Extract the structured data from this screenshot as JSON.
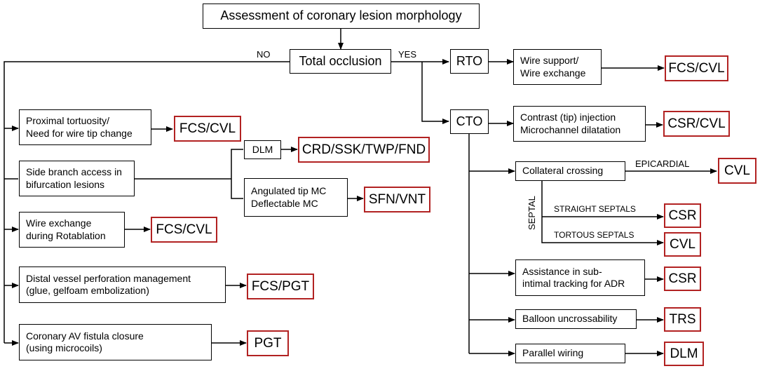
{
  "root": {
    "title": "Assessment of coronary lesion morphology"
  },
  "total_occlusion": {
    "label": "Total occlusion",
    "no_label": "NO",
    "yes_label": "YES"
  },
  "rto": {
    "label": "RTO",
    "node": {
      "line1": "Wire support/",
      "line2": "Wire exchange"
    },
    "result": "FCS/CVL"
  },
  "cto": {
    "label": "CTO",
    "contrast": {
      "line1": "Contrast (tip) injection",
      "line2": "Microchannel dilatation",
      "result": "CSR/CVL"
    },
    "collateral": {
      "label": "Collateral crossing",
      "epicardial_label": "EPICARDIAL",
      "epicardial_result": "CVL",
      "septal_label": "SEPTAL",
      "straight_label": "STRAIGHT SEPTALS",
      "straight_result": "CSR",
      "tortuous_label": "TORTOUS SEPTALS",
      "tortuous_result": "CVL"
    },
    "adr": {
      "line1": "Assistance in sub-",
      "line2": "intimal tracking for ADR",
      "result": "CSR"
    },
    "balloon": {
      "label": "Balloon uncrossability",
      "result": "TRS"
    },
    "parallel": {
      "label": "Parallel wiring",
      "result": "DLM"
    }
  },
  "non_occlusion": {
    "tortuosity": {
      "line1": "Proximal tortuosity/",
      "line2": "Need for wire tip change",
      "result": "FCS/CVL"
    },
    "side_branch": {
      "line1": "Side branch access in",
      "line2": "bifurcation lesions",
      "dlm": {
        "label": "DLM",
        "result": "CRD/SSK/TWP/FND"
      },
      "mc": {
        "line1": "Angulated tip MC",
        "line2": "Deflectable MC",
        "result": "SFN/VNT"
      }
    },
    "rotablation": {
      "line1": "Wire exchange",
      "line2": "during Rotablation",
      "result": "FCS/CVL"
    },
    "perforation": {
      "line1": "Distal vessel perforation management",
      "line2": "(glue, gelfoam embolization)",
      "result": "FCS/PGT"
    },
    "fistula": {
      "line1": "Coronary AV fistula closure",
      "line2": "(using microcoils)",
      "result": "PGT"
    }
  }
}
